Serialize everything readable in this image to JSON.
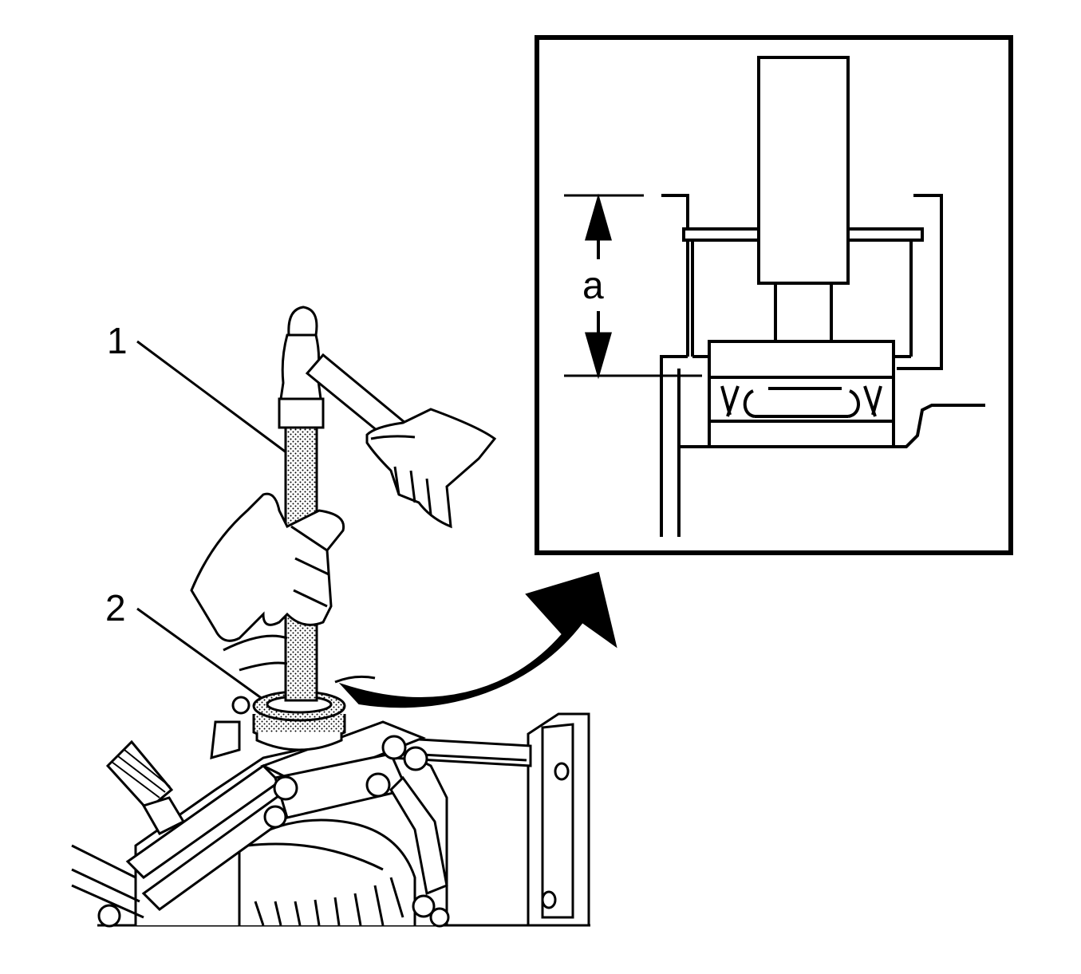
{
  "callouts": {
    "item_1": "1",
    "item_2": "2"
  },
  "inset": {
    "dimension_label": "a"
  },
  "colors": {
    "line": "#000000",
    "background": "#ffffff",
    "stipple": "#000000"
  }
}
